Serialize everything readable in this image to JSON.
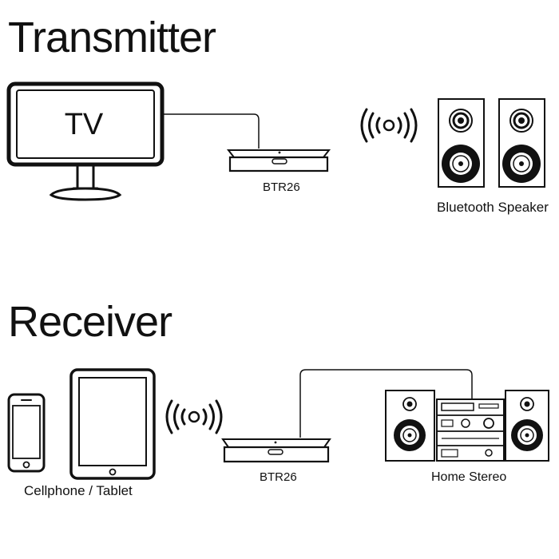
{
  "transmitter": {
    "heading": "Transmitter",
    "tv_label": "TV",
    "device_label": "BTR26",
    "speaker_label": "Bluetooth Speaker",
    "icons": [
      "tv-icon",
      "btr26-device-icon",
      "wireless-signal-icon",
      "speaker-icon"
    ]
  },
  "receiver": {
    "heading": "Receiver",
    "source_label": "Cellphone / Tablet",
    "device_label": "BTR26",
    "stereo_label": "Home Stereo",
    "icons": [
      "cellphone-icon",
      "tablet-icon",
      "wireless-signal-icon",
      "btr26-device-icon",
      "home-stereo-icon"
    ]
  },
  "colors": {
    "line": "#111111",
    "background": "#ffffff"
  }
}
